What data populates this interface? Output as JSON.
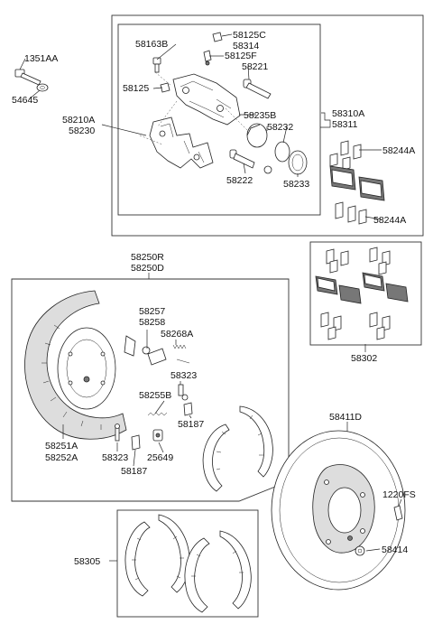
{
  "labels": {
    "p58125C": "58125C",
    "p58314": "58314",
    "p58163B": "58163B",
    "p58125F": "58125F",
    "p1351AA": "1351AA",
    "p58221": "58221",
    "p58125": "58125",
    "p54645": "54645",
    "p58310A": "58310A",
    "p58311": "58311",
    "p58210A": "58210A",
    "p58230": "58230",
    "p58235B": "58235B",
    "p58232": "58232",
    "p58244A_top": "58244A",
    "p58222": "58222",
    "p58233": "58233",
    "p58244A_bot": "58244A",
    "p58250R": "58250R",
    "p58250D": "58250D",
    "p58302": "58302",
    "p58257": "58257",
    "p58258": "58258",
    "p58268A": "58268A",
    "p58323_a": "58323",
    "p58255B": "58255B",
    "p58187_a": "58187",
    "p58251A": "58251A",
    "p58252A": "58252A",
    "p58323_b": "58323",
    "p25649": "25649",
    "p58187_b": "58187",
    "p58411D": "58411D",
    "p1220FS": "1220FS",
    "p58305": "58305",
    "p58414": "58414"
  }
}
